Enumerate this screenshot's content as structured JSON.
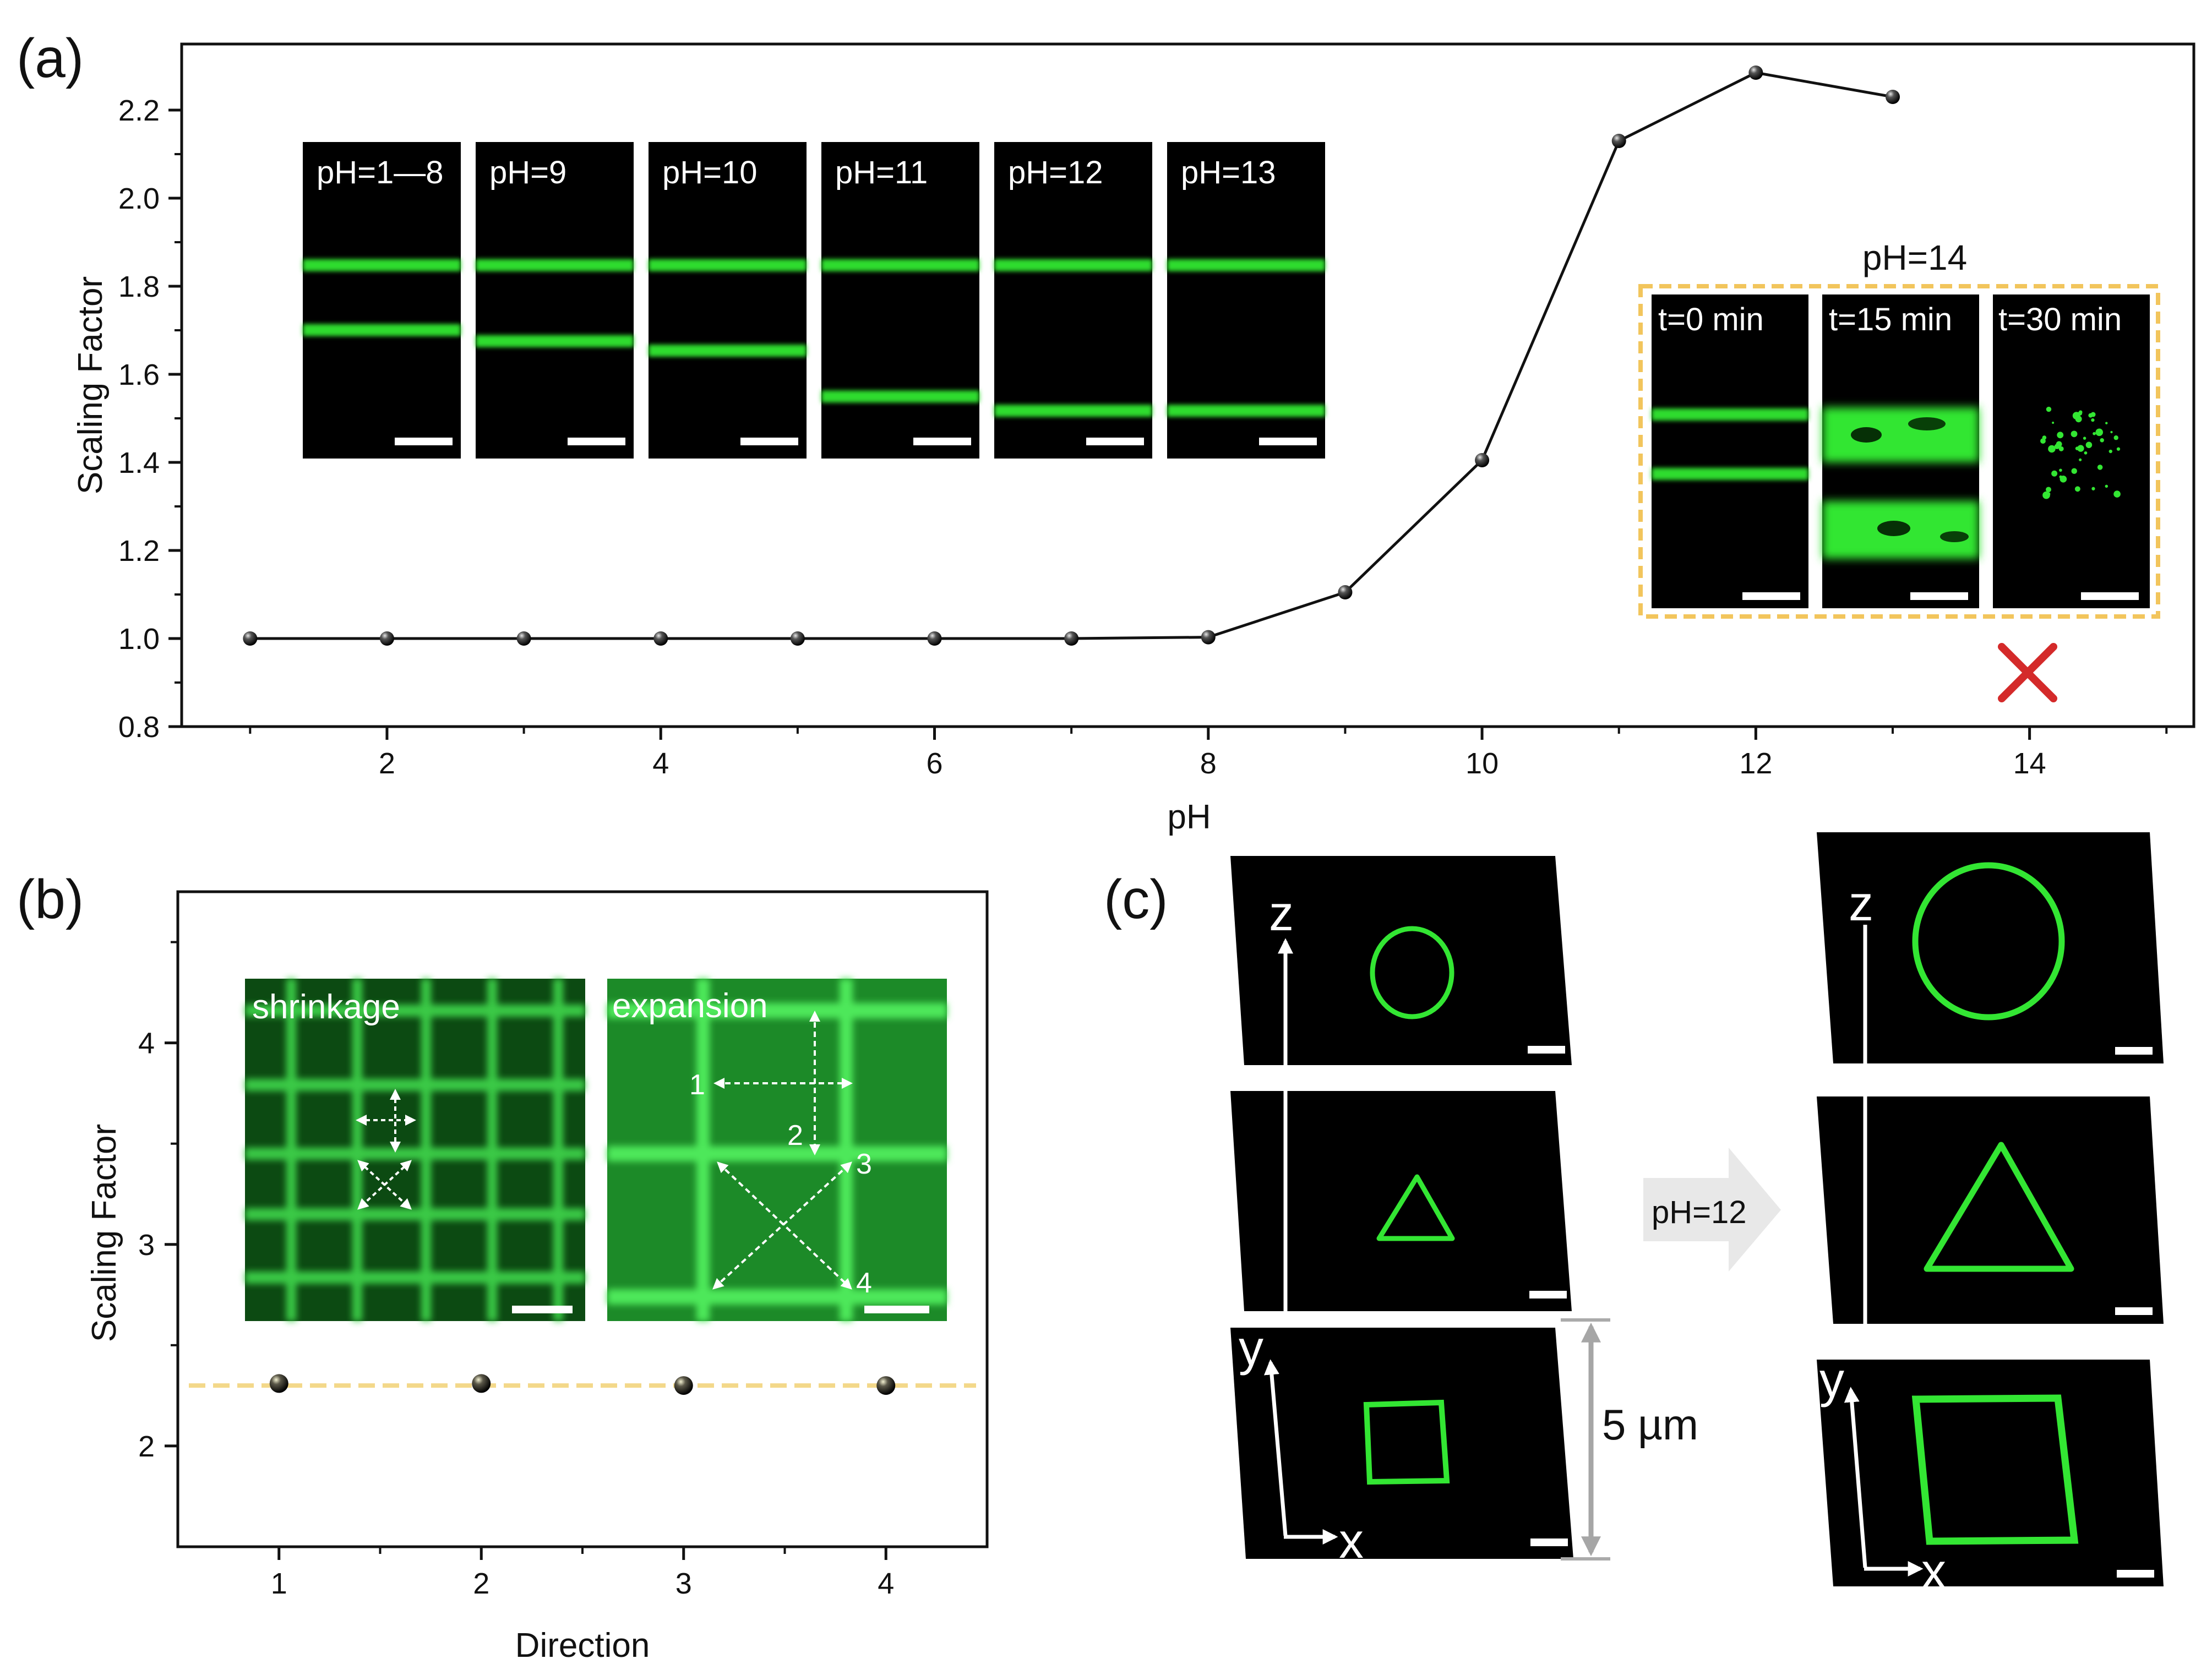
{
  "panels": {
    "a": {
      "label": "(a)",
      "chart_data": {
        "type": "line",
        "xlabel": "pH",
        "ylabel": "Scaling Factor",
        "xlim": [
          0.5,
          15.2
        ],
        "ylim": [
          0.8,
          2.35
        ],
        "xticks": [
          2,
          4,
          6,
          8,
          10,
          12,
          14
        ],
        "yticks": [
          0.8,
          1.0,
          1.2,
          1.4,
          1.6,
          1.8,
          2.0,
          2.2
        ],
        "x": [
          1,
          2,
          3,
          4,
          5,
          6,
          7,
          8,
          9,
          10,
          11,
          12,
          13
        ],
        "y": [
          1.0,
          1.0,
          1.0,
          1.0,
          1.0,
          1.0,
          1.0,
          1.003,
          1.105,
          1.405,
          2.13,
          2.285,
          2.23
        ],
        "grid": false
      },
      "insets": [
        {
          "label": "pH=1—8",
          "line2": 0.575
        },
        {
          "label": "pH=9",
          "line2": 0.61
        },
        {
          "label": "pH=10",
          "line2": 0.64
        },
        {
          "label": "pH=11",
          "line2": 0.785
        },
        {
          "label": "pH=12",
          "line2": 0.83
        },
        {
          "label": "pH=13",
          "line2": 0.83
        }
      ],
      "ph14": {
        "title": "pH=14",
        "frames": [
          {
            "label": "t=0 min"
          },
          {
            "label": "t=15 min"
          },
          {
            "label": "t=30 min"
          }
        ],
        "failed_mark": "×"
      }
    },
    "b": {
      "label": "(b)",
      "chart_data": {
        "type": "scatter",
        "xlabel": "Direction",
        "ylabel": "Scaling Factor",
        "xlim": [
          0.5,
          4.5
        ],
        "ylim": [
          1.5,
          4.75
        ],
        "xticks": [
          1,
          2,
          3,
          4
        ],
        "yticks": [
          2,
          3,
          4
        ],
        "x": [
          1,
          2,
          3,
          4
        ],
        "y": [
          2.31,
          2.31,
          2.3,
          2.3
        ],
        "reference_line": 2.3,
        "grid": false
      },
      "insets": {
        "left": {
          "label": "shrinkage"
        },
        "right": {
          "label": "expansion",
          "arrow_labels": [
            "1",
            "2",
            "3",
            "4"
          ]
        }
      }
    },
    "c": {
      "label": "(c)",
      "arrow_label": "pH=12",
      "height_label": "5 µm",
      "axis_labels": {
        "z": "z",
        "y": "y",
        "x": "x"
      },
      "shapes": [
        "circle",
        "triangle",
        "square"
      ]
    }
  },
  "colors": {
    "fluor": "#33e633",
    "line": "#111111",
    "reference": "#f3d88a",
    "box": "#f2c55c",
    "cross": "#d42a2a",
    "arrow": "#dcdcdc"
  }
}
